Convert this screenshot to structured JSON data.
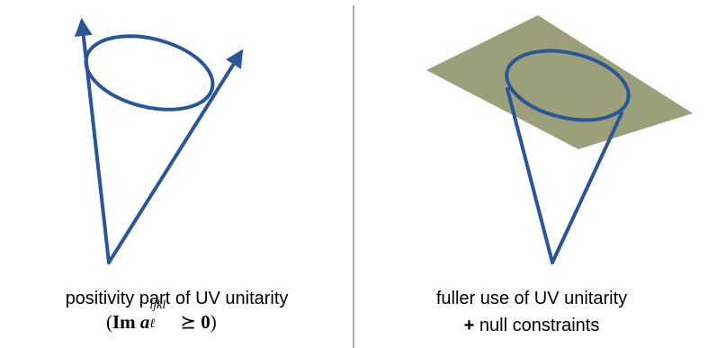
{
  "left_panel": {
    "caption": "positivity part of UV unitarity",
    "condition": {
      "open_paren": "(",
      "im": "Im",
      "symbol": "a",
      "superscript": "ijkl",
      "subscript": "ℓ",
      "relation": "⪰",
      "value": "0",
      "close_paren": ")"
    }
  },
  "right_panel": {
    "caption": "fuller use of UV unitarity",
    "plus_sign": "+",
    "constraint_text": "null constraints"
  },
  "colors": {
    "cone_stroke": "#2a5596",
    "plane_fill": "#8b8f63",
    "divider": "#aaaaaa",
    "text": "#000000"
  }
}
